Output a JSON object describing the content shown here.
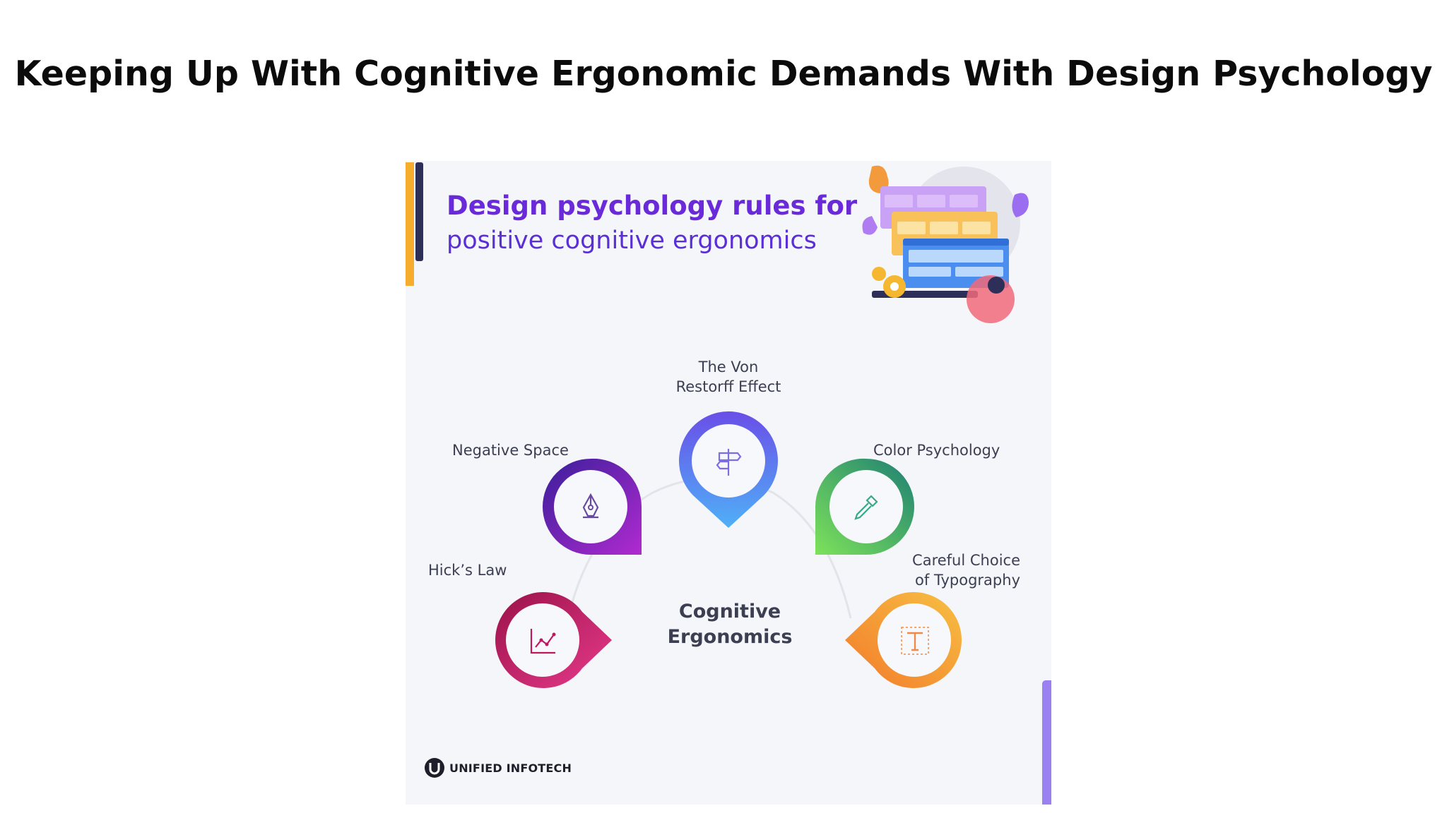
{
  "slide": {
    "title": "Keeping Up With Cognitive Ergonomic Demands With Design Psychology"
  },
  "infographic": {
    "heading": "Design psychology rules for",
    "subheading": "positive cognitive ergonomics",
    "center_label_line1": "Cognitive",
    "center_label_line2": "Ergonomics",
    "nodes": {
      "von_restorff": {
        "line1": "The Von",
        "line2": "Restorff Effect",
        "icon": "signpost-icon"
      },
      "negative_space": {
        "line1": "Negative Space",
        "icon": "pen-tool-icon"
      },
      "color_psychology": {
        "line1": "Color Psychology",
        "icon": "color-picker-icon"
      },
      "hicks_law": {
        "line1": "Hick’s Law",
        "icon": "line-chart-icon"
      },
      "typography": {
        "line1": "Careful Choice",
        "line2": "of Typography",
        "icon": "text-type-icon"
      }
    },
    "brand": "UNIFIED INFOTECH",
    "colors": {
      "heading": "#6a2ad9",
      "accent_orange": "#f6ac2c",
      "accent_purple": "#9a80f0",
      "pin_blue": "#5b8cf5",
      "pin_violet": "#6a25c8",
      "pin_green": "#2e9b74",
      "pin_magenta": "#c0185e",
      "pin_orange": "#f59a3a"
    }
  }
}
